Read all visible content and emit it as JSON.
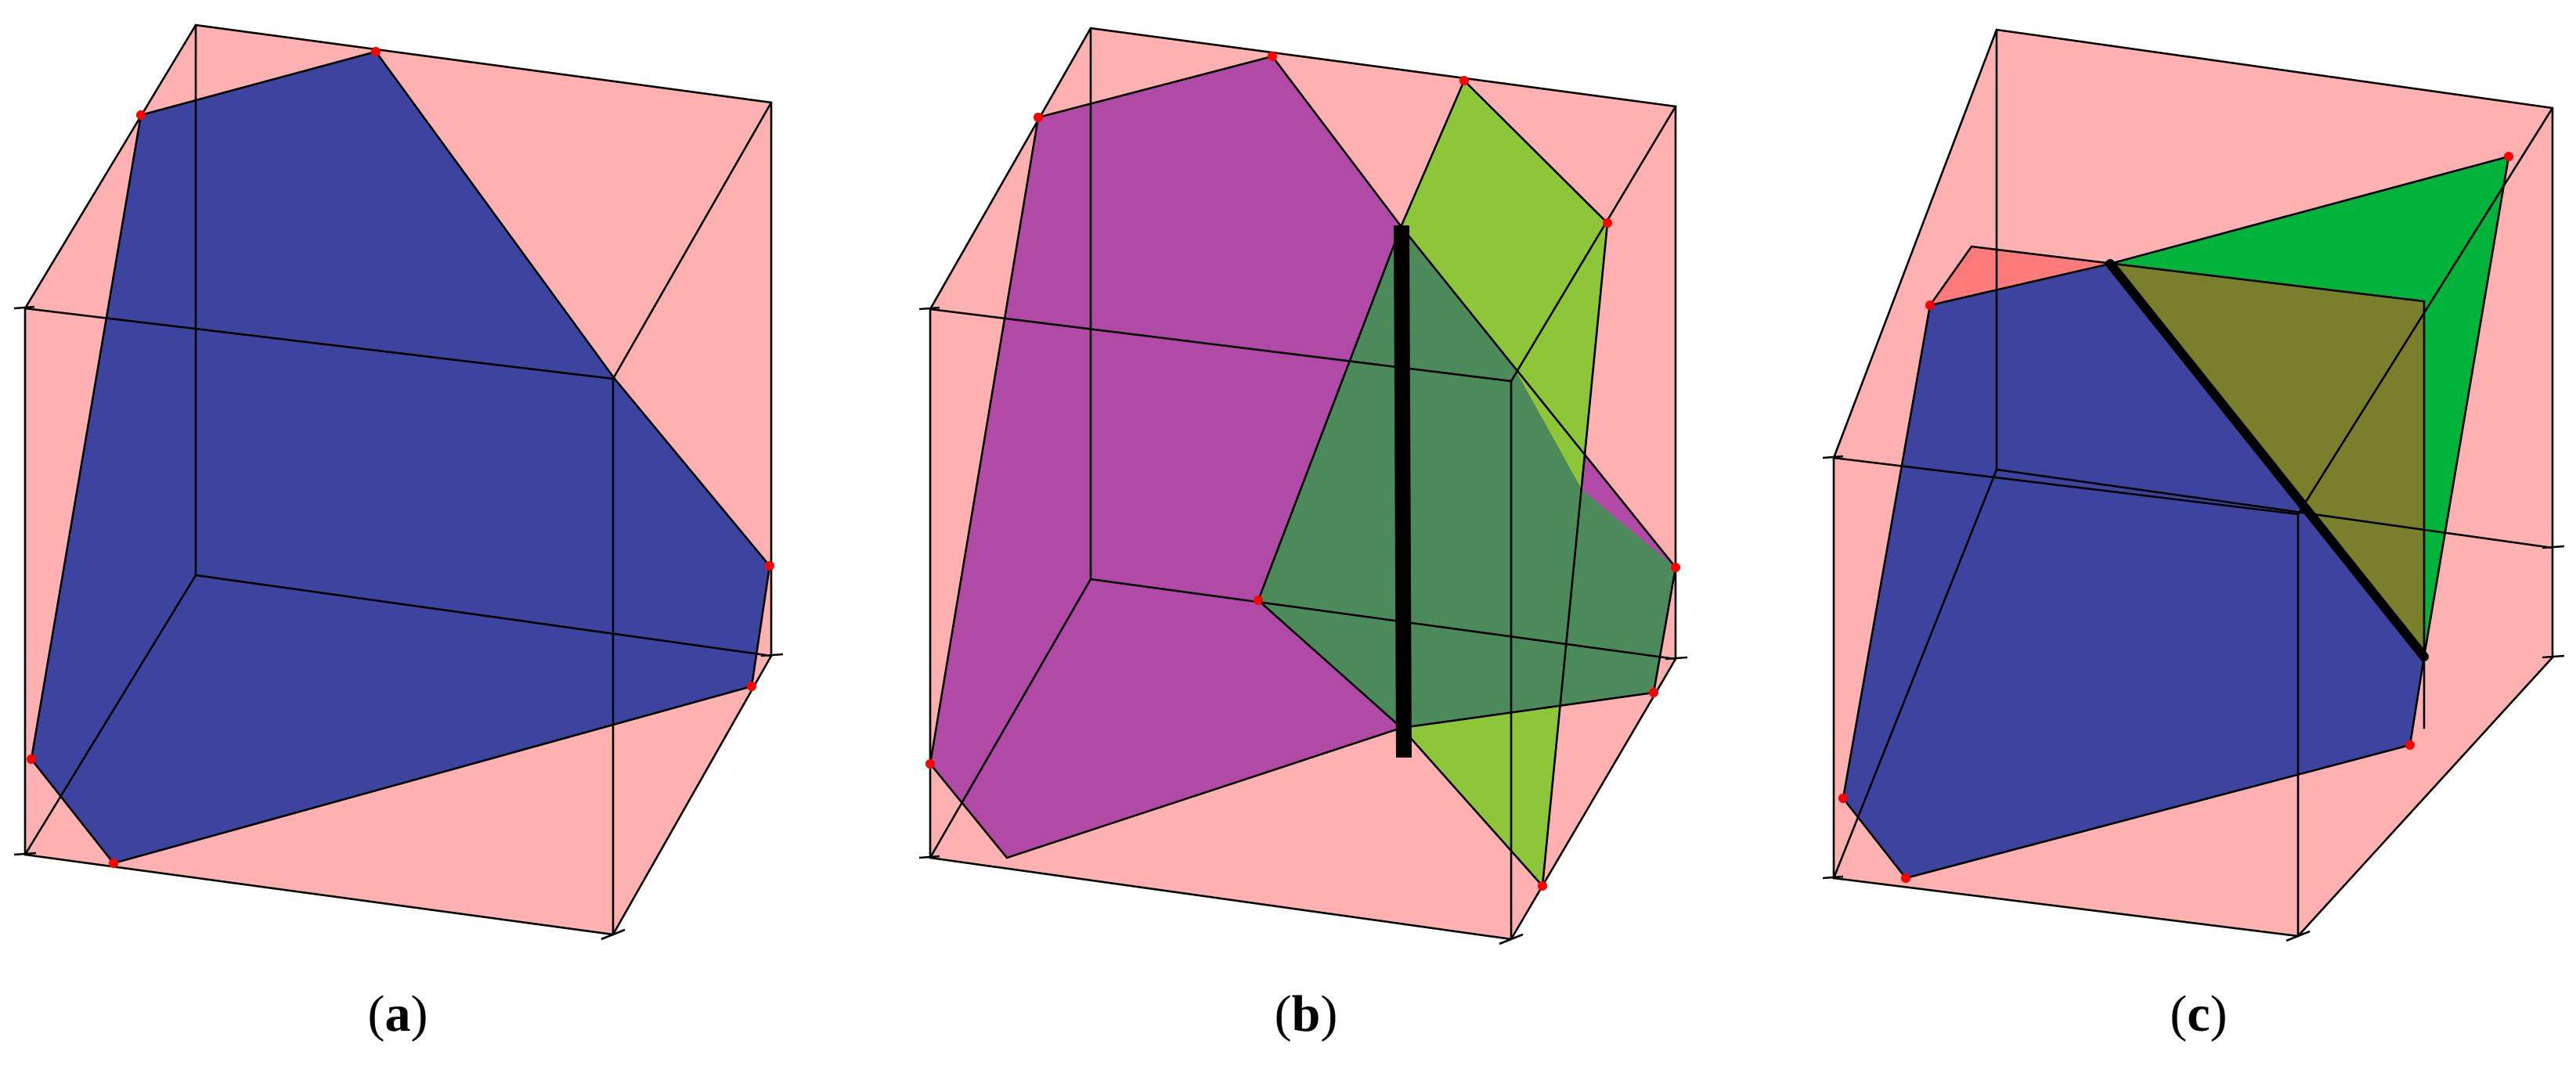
{
  "panels": [
    {
      "id": "a",
      "letter": "a"
    },
    {
      "id": "b",
      "letter": "b"
    },
    {
      "id": "c",
      "letter": "c"
    }
  ],
  "colors": {
    "cube_fill": "#ffb0b0",
    "cube_edges": "#000000",
    "polygon_blue": "#3c44a0",
    "polygon_magenta": "#b04aa6",
    "polygon_green_panel_b": "#8ec63a",
    "polygon_green_panel_c": "#00b33a",
    "overlap_dark_green": "#4c8a5c",
    "overlap_olive": "#7a7f2c",
    "vertex_dot": "#ff0000",
    "intersection_line": "#000000"
  }
}
